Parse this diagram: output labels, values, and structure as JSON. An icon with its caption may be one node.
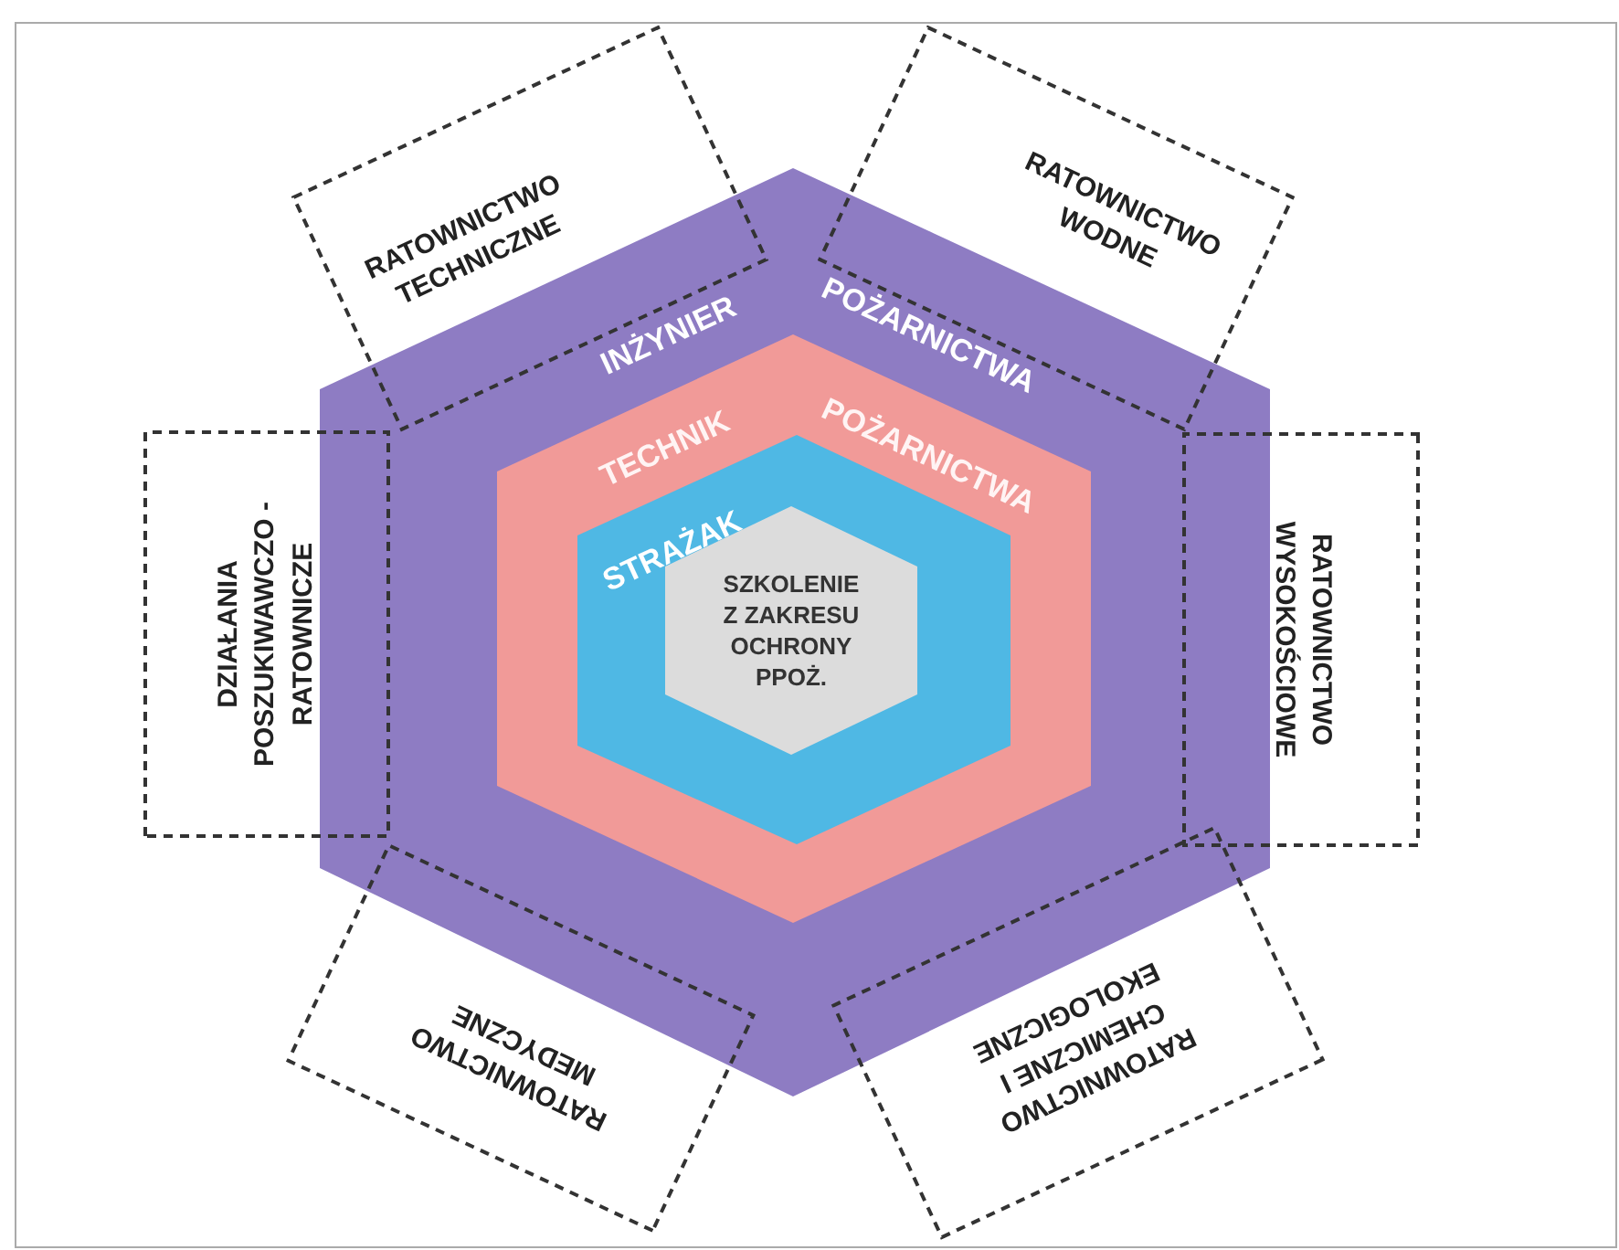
{
  "diagram": {
    "nodes": [
      {
        "text": [
          "RATOWNICTWO TECHNICZNE"
        ]
      },
      {
        "text": [
          "RATOWNICTWO WODNE"
        ]
      },
      {
        "text": [
          "INŻYNIER",
          "POŻARNICTWA"
        ]
      },
      {
        "text": [
          "TECHNIK",
          "POŻARNICTWA"
        ],
        "in": 2
      },
      {
        "text": [
          "STRAŻAK"
        ],
        "in": 3
      },
      {
        "text": [
          "SZKOLENIE Z ZAKRESU OCHRONY PPOŻ."
        ],
        "in": 4
      },
      {
        "text": [
          "DZIAŁANIA POSZUKIWAWCZO - RATOWNICZE"
        ]
      },
      {
        "text": [
          "RATOWNICTWO WYSOKOŚCIOWE"
        ]
      },
      {
        "text": [
          "RATOWNICTWO MEDYCZNE"
        ]
      },
      {
        "text": [
          "RATOWNICTWO CHEMICZNE I EKOLOGICZNE"
        ]
      }
    ],
    "edges": []
  }
}
